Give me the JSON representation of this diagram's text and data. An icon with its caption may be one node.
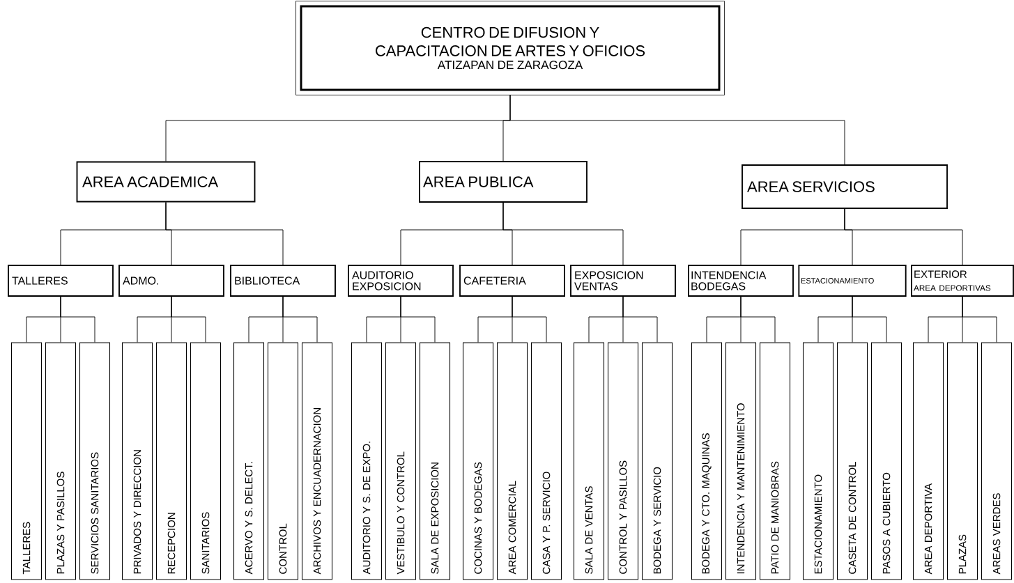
{
  "diagram": {
    "nodes": [
      {
        "text": [
          "CENTRO DE DIFUSION Y CAPACITACION DE ARTES Y OFICIOS",
          "ATIZAPAN DE ZARAGOZA"
        ]
      },
      {
        "text": [
          "AREA ACADEMICA"
        ]
      },
      {
        "text": [
          "AREA PUBLICA"
        ]
      },
      {
        "text": [
          "AREA SERVICIOS"
        ]
      },
      {
        "text": [
          "TALLERES"
        ]
      },
      {
        "text": [
          "ADMO."
        ]
      },
      {
        "text": [
          "BIBLIOTECA"
        ]
      },
      {
        "text": [
          "AUDITORIO EXPOSICION"
        ]
      },
      {
        "text": [
          "CAFETERIA"
        ]
      },
      {
        "text": [
          "EXPOSICION VENTAS"
        ]
      },
      {
        "text": [
          "INTENDENCIA BODEGAS"
        ]
      },
      {
        "text": [
          "ESTACIONAMIENTO"
        ]
      },
      {
        "text": [
          "EXTERIOR",
          "AREA DEPORTIVAS"
        ]
      },
      {
        "text": [
          "TALLERES"
        ]
      },
      {
        "text": [
          "PLAZAS Y PASILLOS"
        ]
      },
      {
        "text": [
          "SERVICIOS SANITARIOS"
        ]
      },
      {
        "text": [
          "PRIVADOS Y DIRECCION"
        ]
      },
      {
        "text": [
          "RECEPCION"
        ]
      },
      {
        "text": [
          "SANITARIOS"
        ]
      },
      {
        "text": [
          "ACERVO Y S. DELECT."
        ]
      },
      {
        "text": [
          "CONTROL"
        ]
      },
      {
        "text": [
          "ARCHIVOS Y ENCUADERNACION"
        ]
      },
      {
        "text": [
          "AUDITORIO Y S. DE EXPO."
        ]
      },
      {
        "text": [
          "VESTIBULO Y CONTROL"
        ]
      },
      {
        "text": [
          "SALA DE EXPOSICION"
        ]
      },
      {
        "text": [
          "COCINAS Y BODEGAS"
        ]
      },
      {
        "text": [
          "AREA COMERCIAL"
        ]
      },
      {
        "text": [
          "CASA Y P. SERVICIO"
        ]
      },
      {
        "text": [
          "SALA DE VENTAS"
        ]
      },
      {
        "text": [
          "CONTROL Y PASILLOS"
        ]
      },
      {
        "text": [
          "BODEGA Y SERVICIO"
        ]
      },
      {
        "text": [
          "BODEGA Y CTO. MAQUINAS"
        ]
      },
      {
        "text": [
          "INTENDENCIA Y MANTENIMIENTO"
        ]
      },
      {
        "text": [
          "PATIO DE MANIOBRAS"
        ]
      },
      {
        "text": [
          "ESTACIONAMIENTO"
        ]
      },
      {
        "text": [
          "CASETA DE CONTROL"
        ]
      },
      {
        "text": [
          "PASOS A CUBIERTO"
        ]
      },
      {
        "text": [
          "AREA DEPORTIVA"
        ]
      },
      {
        "text": [
          "PLAZAS"
        ]
      },
      {
        "text": [
          "AREAS VERDES"
        ]
      }
    ],
    "edges": [
      {
        "from": 0,
        "to": 1,
        "arrow": "none"
      },
      {
        "from": 0,
        "to": 2,
        "arrow": "none"
      },
      {
        "from": 0,
        "to": 3,
        "arrow": "none"
      },
      {
        "from": 1,
        "to": 4,
        "arrow": "none"
      },
      {
        "from": 1,
        "to": 5,
        "arrow": "none"
      },
      {
        "from": 1,
        "to": 6,
        "arrow": "none"
      },
      {
        "from": 2,
        "to": 7,
        "arrow": "none"
      },
      {
        "from": 2,
        "to": 8,
        "arrow": "none"
      },
      {
        "from": 2,
        "to": 9,
        "arrow": "none"
      },
      {
        "from": 3,
        "to": 10,
        "arrow": "none"
      },
      {
        "from": 3,
        "to": 11,
        "arrow": "none"
      },
      {
        "from": 3,
        "to": 12,
        "arrow": "none"
      },
      {
        "from": 4,
        "to": 13,
        "arrow": "none"
      },
      {
        "from": 4,
        "to": 14,
        "arrow": "none"
      },
      {
        "from": 4,
        "to": 15,
        "arrow": "none"
      },
      {
        "from": 5,
        "to": 16,
        "arrow": "none"
      },
      {
        "from": 5,
        "to": 17,
        "arrow": "none"
      },
      {
        "from": 5,
        "to": 18,
        "arrow": "none"
      },
      {
        "from": 6,
        "to": 19,
        "arrow": "none"
      },
      {
        "from": 6,
        "to": 20,
        "arrow": "none"
      },
      {
        "from": 6,
        "to": 21,
        "arrow": "none"
      },
      {
        "from": 7,
        "to": 22,
        "arrow": "none"
      },
      {
        "from": 7,
        "to": 23,
        "arrow": "none"
      },
      {
        "from": 7,
        "to": 24,
        "arrow": "none"
      },
      {
        "from": 8,
        "to": 25,
        "arrow": "none"
      },
      {
        "from": 8,
        "to": 26,
        "arrow": "none"
      },
      {
        "from": 8,
        "to": 27,
        "arrow": "none"
      },
      {
        "from": 9,
        "to": 28,
        "arrow": "none"
      },
      {
        "from": 9,
        "to": 29,
        "arrow": "none"
      },
      {
        "from": 9,
        "to": 30,
        "arrow": "none"
      },
      {
        "from": 10,
        "to": 31,
        "arrow": "none"
      },
      {
        "from": 10,
        "to": 32,
        "arrow": "none"
      },
      {
        "from": 10,
        "to": 33,
        "arrow": "none"
      },
      {
        "from": 11,
        "to": 34,
        "arrow": "none"
      },
      {
        "from": 11,
        "to": 35,
        "arrow": "none"
      },
      {
        "from": 11,
        "to": 36,
        "arrow": "none"
      },
      {
        "from": 12,
        "to": 37,
        "arrow": "none"
      },
      {
        "from": 12,
        "to": 38,
        "arrow": "none"
      },
      {
        "from": 12,
        "to": 39,
        "arrow": "none"
      }
    ]
  }
}
